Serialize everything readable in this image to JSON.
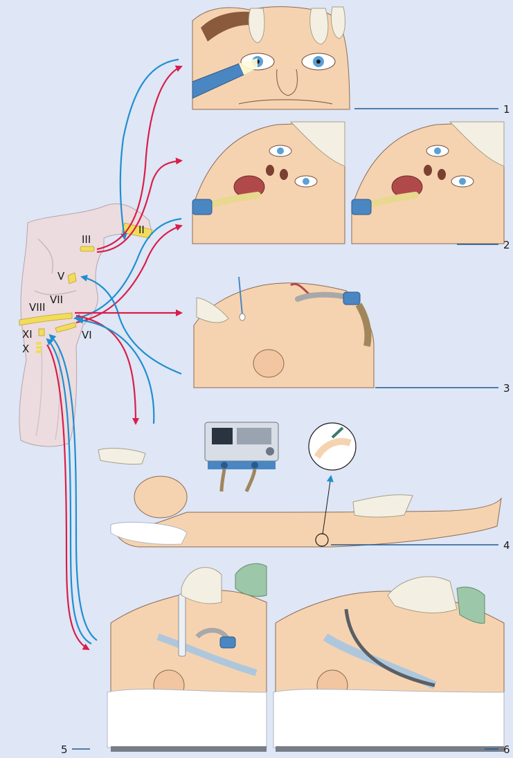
{
  "nerve_labels": {
    "II": "II",
    "III": "III",
    "V": "V",
    "VII": "VII",
    "VIII": "VIII",
    "VI": "VI",
    "XI": "XI",
    "X": "X"
  },
  "test_numbers": [
    "1",
    "2",
    "3",
    "4",
    "5",
    "6"
  ],
  "colors": {
    "background": "#dfe6f5",
    "efferent_arrow": "#d81e4a",
    "afferent_arrow": "#1e8fd0",
    "nerve_root": "#f2dc5a",
    "skin": "#f6d3b0",
    "glove": "#f3efe3",
    "brainstem": "#ecdcdf",
    "leader_line": "#1d5a93"
  },
  "icons": [
    "penlight-icon",
    "cotton-swab-icon",
    "ventilator-icon",
    "suction-catheter-icon",
    "laryngoscope-icon"
  ]
}
